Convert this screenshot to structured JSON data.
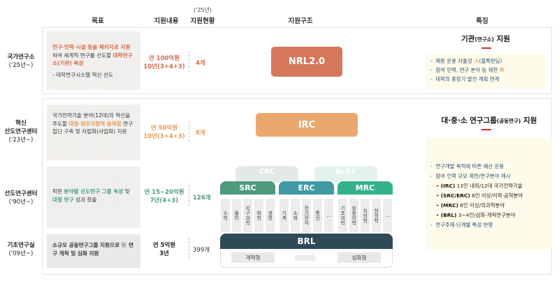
{
  "header": {
    "goal": "목표",
    "support": "지원내용",
    "status_year": "('25년)",
    "status": "지원현황",
    "structure": "지원구조",
    "features": "특징"
  },
  "rows": [
    {
      "label_line1": "국가연구소",
      "label_line2": "('25년~)",
      "goal_parts": [
        "연구·인력·시설 등을 패키지로 ",
        "지원",
        "하여 세계적 연구를 선도할 ",
        "대학연구소(기관) 육성"
      ],
      "goal_note": "- 대학연구시스템 혁신 선도",
      "support_line1": "연 100억원",
      "support_line2": "10년(3+4+3)",
      "count": "4개",
      "block": "NRL2.0",
      "color": "#d4775a"
    },
    {
      "label_line1": "혁신",
      "label_line2": "선도연구센터",
      "label_line3": "('23년~)",
      "goal_parts": [
        "국가전략기술 분야(12대)의 혁신을 주도할 ",
        "대형·임무지향적 융복합",
        " 연구 집단 구축 및 자립화(사업화) 지원"
      ],
      "support_line1": "연 50억원",
      "support_line2": "10년(3+4+3)",
      "count": "8개",
      "block": "IRC",
      "color": "#e9a96e"
    },
    {
      "label_line1": "선도연구센터",
      "label_line2": "('90년~)",
      "goal_parts": [
        "학문 ",
        "분야별 선도연구 그룹 육성",
        " 및 ",
        "대형 연구",
        " 성과 창출"
      ],
      "support_line1": "연 15~20억원",
      "support_line2": "7년(4+3)",
      "count": "126개",
      "color": "#4f9a7d"
    },
    {
      "label_line1": "기초연구실",
      "label_line2": "('09년~)",
      "goal_parts": [
        "소규모 공동연구그룹 지원으로 ",
        "新",
        " 연구 개척 및 심화 지원"
      ],
      "support_line1": "연 5억원",
      "support_line2": "3년",
      "count": "399개",
      "block": "BRL",
      "color": "#2f4a57"
    }
  ],
  "structure": {
    "ghost_left": "CRC",
    "ghost_right": "RLRC",
    "groups": [
      {
        "name": "SRC",
        "color": "#4f9a7d",
        "cells": [
          "수학",
          "물리",
          "지구과학",
          "화학",
          "생명"
        ]
      },
      {
        "name": "ERC",
        "color": "#3f9aa3",
        "cells": [
          "기계",
          "소재",
          "전기전자",
          "통신",
          "…"
        ]
      },
      {
        "name": "MRC",
        "color": "#35b28c",
        "cells": [
          "기초의학",
          "응용의학",
          "치의학",
          "한의학",
          "…"
        ]
      }
    ],
    "brl_from": "개척형",
    "brl_to": "심화형"
  },
  "features": {
    "institution": {
      "title_main": "기관",
      "title_small": "(연구소)",
      "title_end": " 지원",
      "items": [
        {
          "text": "재원 운용 자율성 ",
          "mark": "大",
          "tail": "(블록펀딩)"
        },
        {
          "text": "참여 인력, 연구 분야 등 제한 ",
          "mark": "無",
          "tail": ""
        },
        {
          "text": "대학의 중장기 발전 계획 연계",
          "mark": "",
          "tail": ""
        }
      ]
    },
    "group": {
      "title_main": "대·중·소 연구그룹",
      "title_small": "(공동연구)",
      "title_end": " 지원",
      "items": [
        "연구개발 목적에 따른 예산 운용",
        "참여 인력 규모 제한/연구분야 제시"
      ],
      "sub_items": [
        {
          "key": "(IRC)",
          "text": " 13인 내외/12대 국가전략기술"
        },
        {
          "key": "(SRC/ERC)",
          "text": " 8인 이상/이학·공학분야"
        },
        {
          "key": "(MRC)",
          "text": " 8인 이상/의과학분야"
        },
        {
          "key": "(BRL)",
          "text": " 3~4인/심화·개척연구분야"
        }
      ],
      "last_item": "연구주제·단계별 특성 반영"
    }
  }
}
